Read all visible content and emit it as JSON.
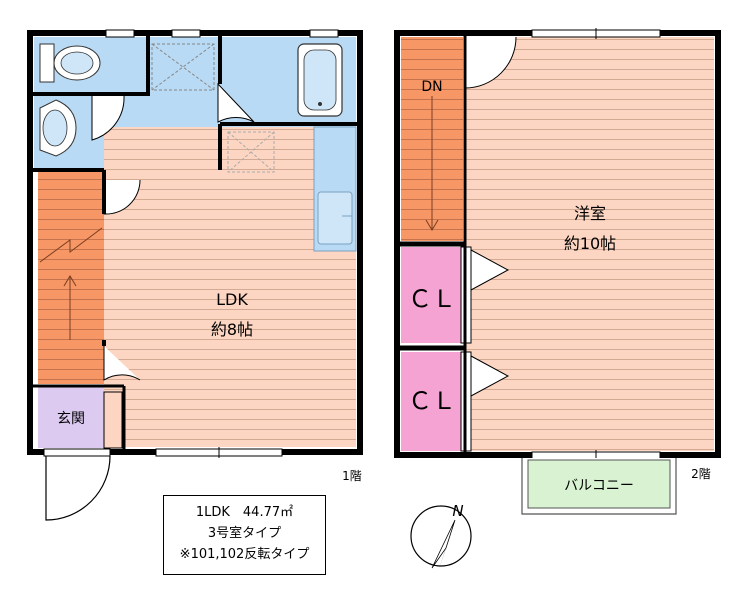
{
  "floor1": {
    "floor_label": "1階",
    "rooms": {
      "ldk_name": "LDK",
      "ldk_size": "約8帖",
      "entrance": "玄関"
    }
  },
  "floor2": {
    "floor_label": "2階",
    "rooms": {
      "stairs_down": "DN",
      "western_room_name": "洋室",
      "western_room_size": "約10帖",
      "closet_1": "ＣＬ",
      "closet_2": "ＣＬ",
      "balcony": "バルコニー"
    }
  },
  "info": {
    "line1": "1LDK　44.77㎡",
    "line2": "3号室タイプ",
    "line3": "※101,102反転タイプ"
  },
  "compass": {
    "north_label": "N"
  },
  "colors": {
    "wet_area": "#b9daf4",
    "floor_wood": "#fcd6c2",
    "floor_lines": "#c9a08a",
    "stairs": "#f79766",
    "closet": "#f4a3d3",
    "entrance": "#dccaf1",
    "balcony": "#d9f3d2",
    "wall": "#000000"
  }
}
